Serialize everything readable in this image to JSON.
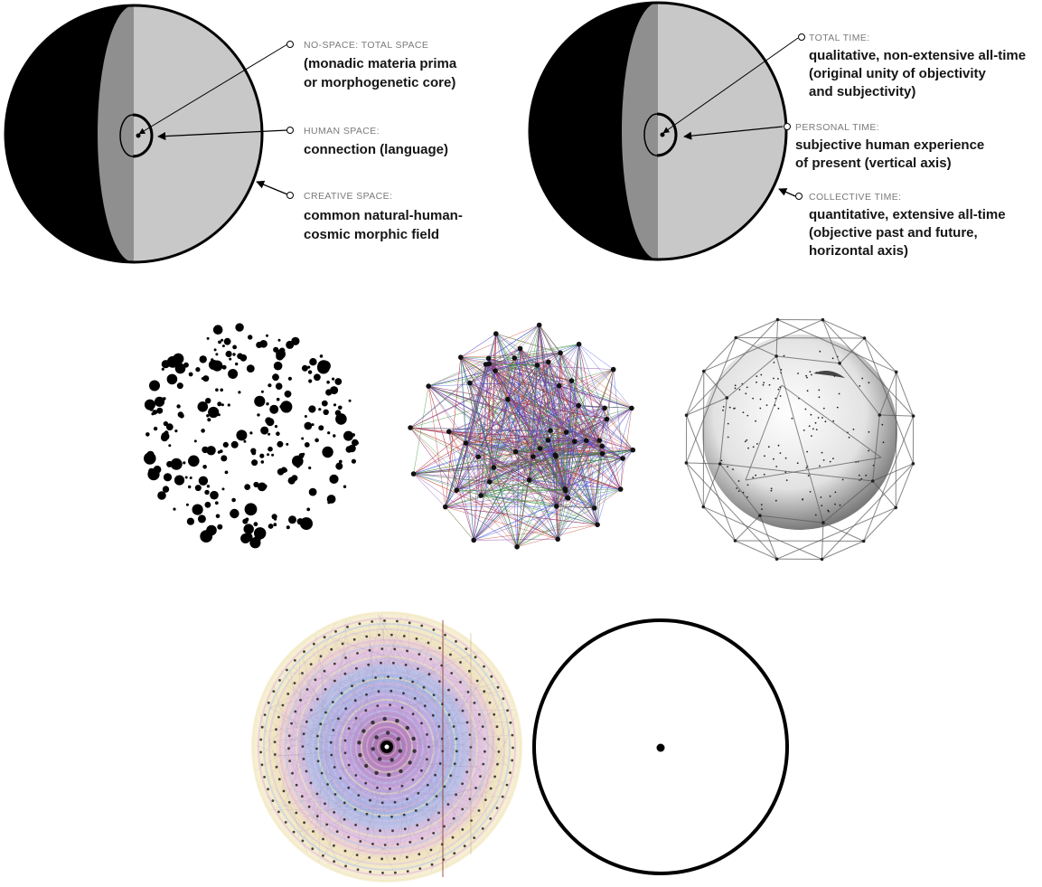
{
  "space_diagram": {
    "labels": [
      {
        "caption": "NO-SPACE: TOTAL SPACE",
        "lines": [
          "(monadic materia prima",
          "or morphogenetic core)"
        ]
      },
      {
        "caption": "HUMAN SPACE:",
        "lines": [
          "connection (language)"
        ]
      },
      {
        "caption": "CREATIVE SPACE:",
        "lines": [
          "common natural-human-",
          "cosmic morphic field"
        ]
      }
    ]
  },
  "time_diagram": {
    "labels": [
      {
        "caption": "TOTAL TIME:",
        "lines": [
          "qualitative, non-extensive all-time",
          "(original unity of objectivity",
          "and subjectivity)"
        ]
      },
      {
        "caption": "PERSONAL TIME:",
        "lines": [
          "subjective human experience",
          "of present (vertical axis)"
        ]
      },
      {
        "caption": "COLLECTIVE TIME:",
        "lines": [
          "quantitative, extensive all-time",
          "(objective past and future,",
          "horizontal axis)"
        ]
      }
    ]
  },
  "colors": {
    "dark_face": "#000000",
    "mid_band": "#8f8f8f",
    "light_face": "#c8c8c8",
    "graph_edges": [
      "#c0392b",
      "#2e8b2e",
      "#3b4fd8",
      "#7b2fa0"
    ],
    "rings": [
      "#f2e7b8",
      "#d8c3e8",
      "#b9c6ec",
      "#e3b7d9"
    ]
  }
}
